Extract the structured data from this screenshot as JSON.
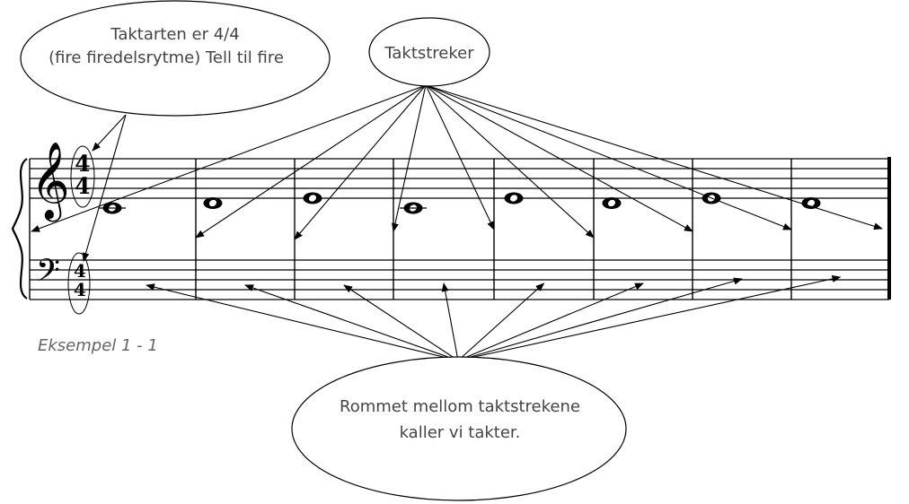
{
  "callouts": {
    "time_signature": {
      "line1": "Taktarten er 4/4",
      "line2": "(fire firedelsrytme) Tell til fire"
    },
    "barlines": {
      "label": "Taktstreker"
    },
    "measures": {
      "line1": "Rommet mellom taktstrekene",
      "line2": "kaller vi takter."
    }
  },
  "caption": "Eksempel 1 - 1",
  "score": {
    "treble_clef_glyph": "𝄞",
    "bass_clef_glyph": "𝄢",
    "time_signature": {
      "numerator": "4",
      "denominator": "4"
    },
    "measure_count": 8,
    "treble_notes": [
      {
        "measure": 1,
        "pitch": "C4"
      },
      {
        "measure": 2,
        "pitch": "D4"
      },
      {
        "measure": 3,
        "pitch": "E4"
      },
      {
        "measure": 4,
        "pitch": "C4"
      },
      {
        "measure": 5,
        "pitch": "E4"
      },
      {
        "measure": 6,
        "pitch": "D4"
      },
      {
        "measure": 7,
        "pitch": "E4"
      },
      {
        "measure": 8,
        "pitch": "D4"
      }
    ]
  },
  "colors": {
    "ink": "#000000",
    "text": "#444444",
    "caption": "#666666"
  }
}
